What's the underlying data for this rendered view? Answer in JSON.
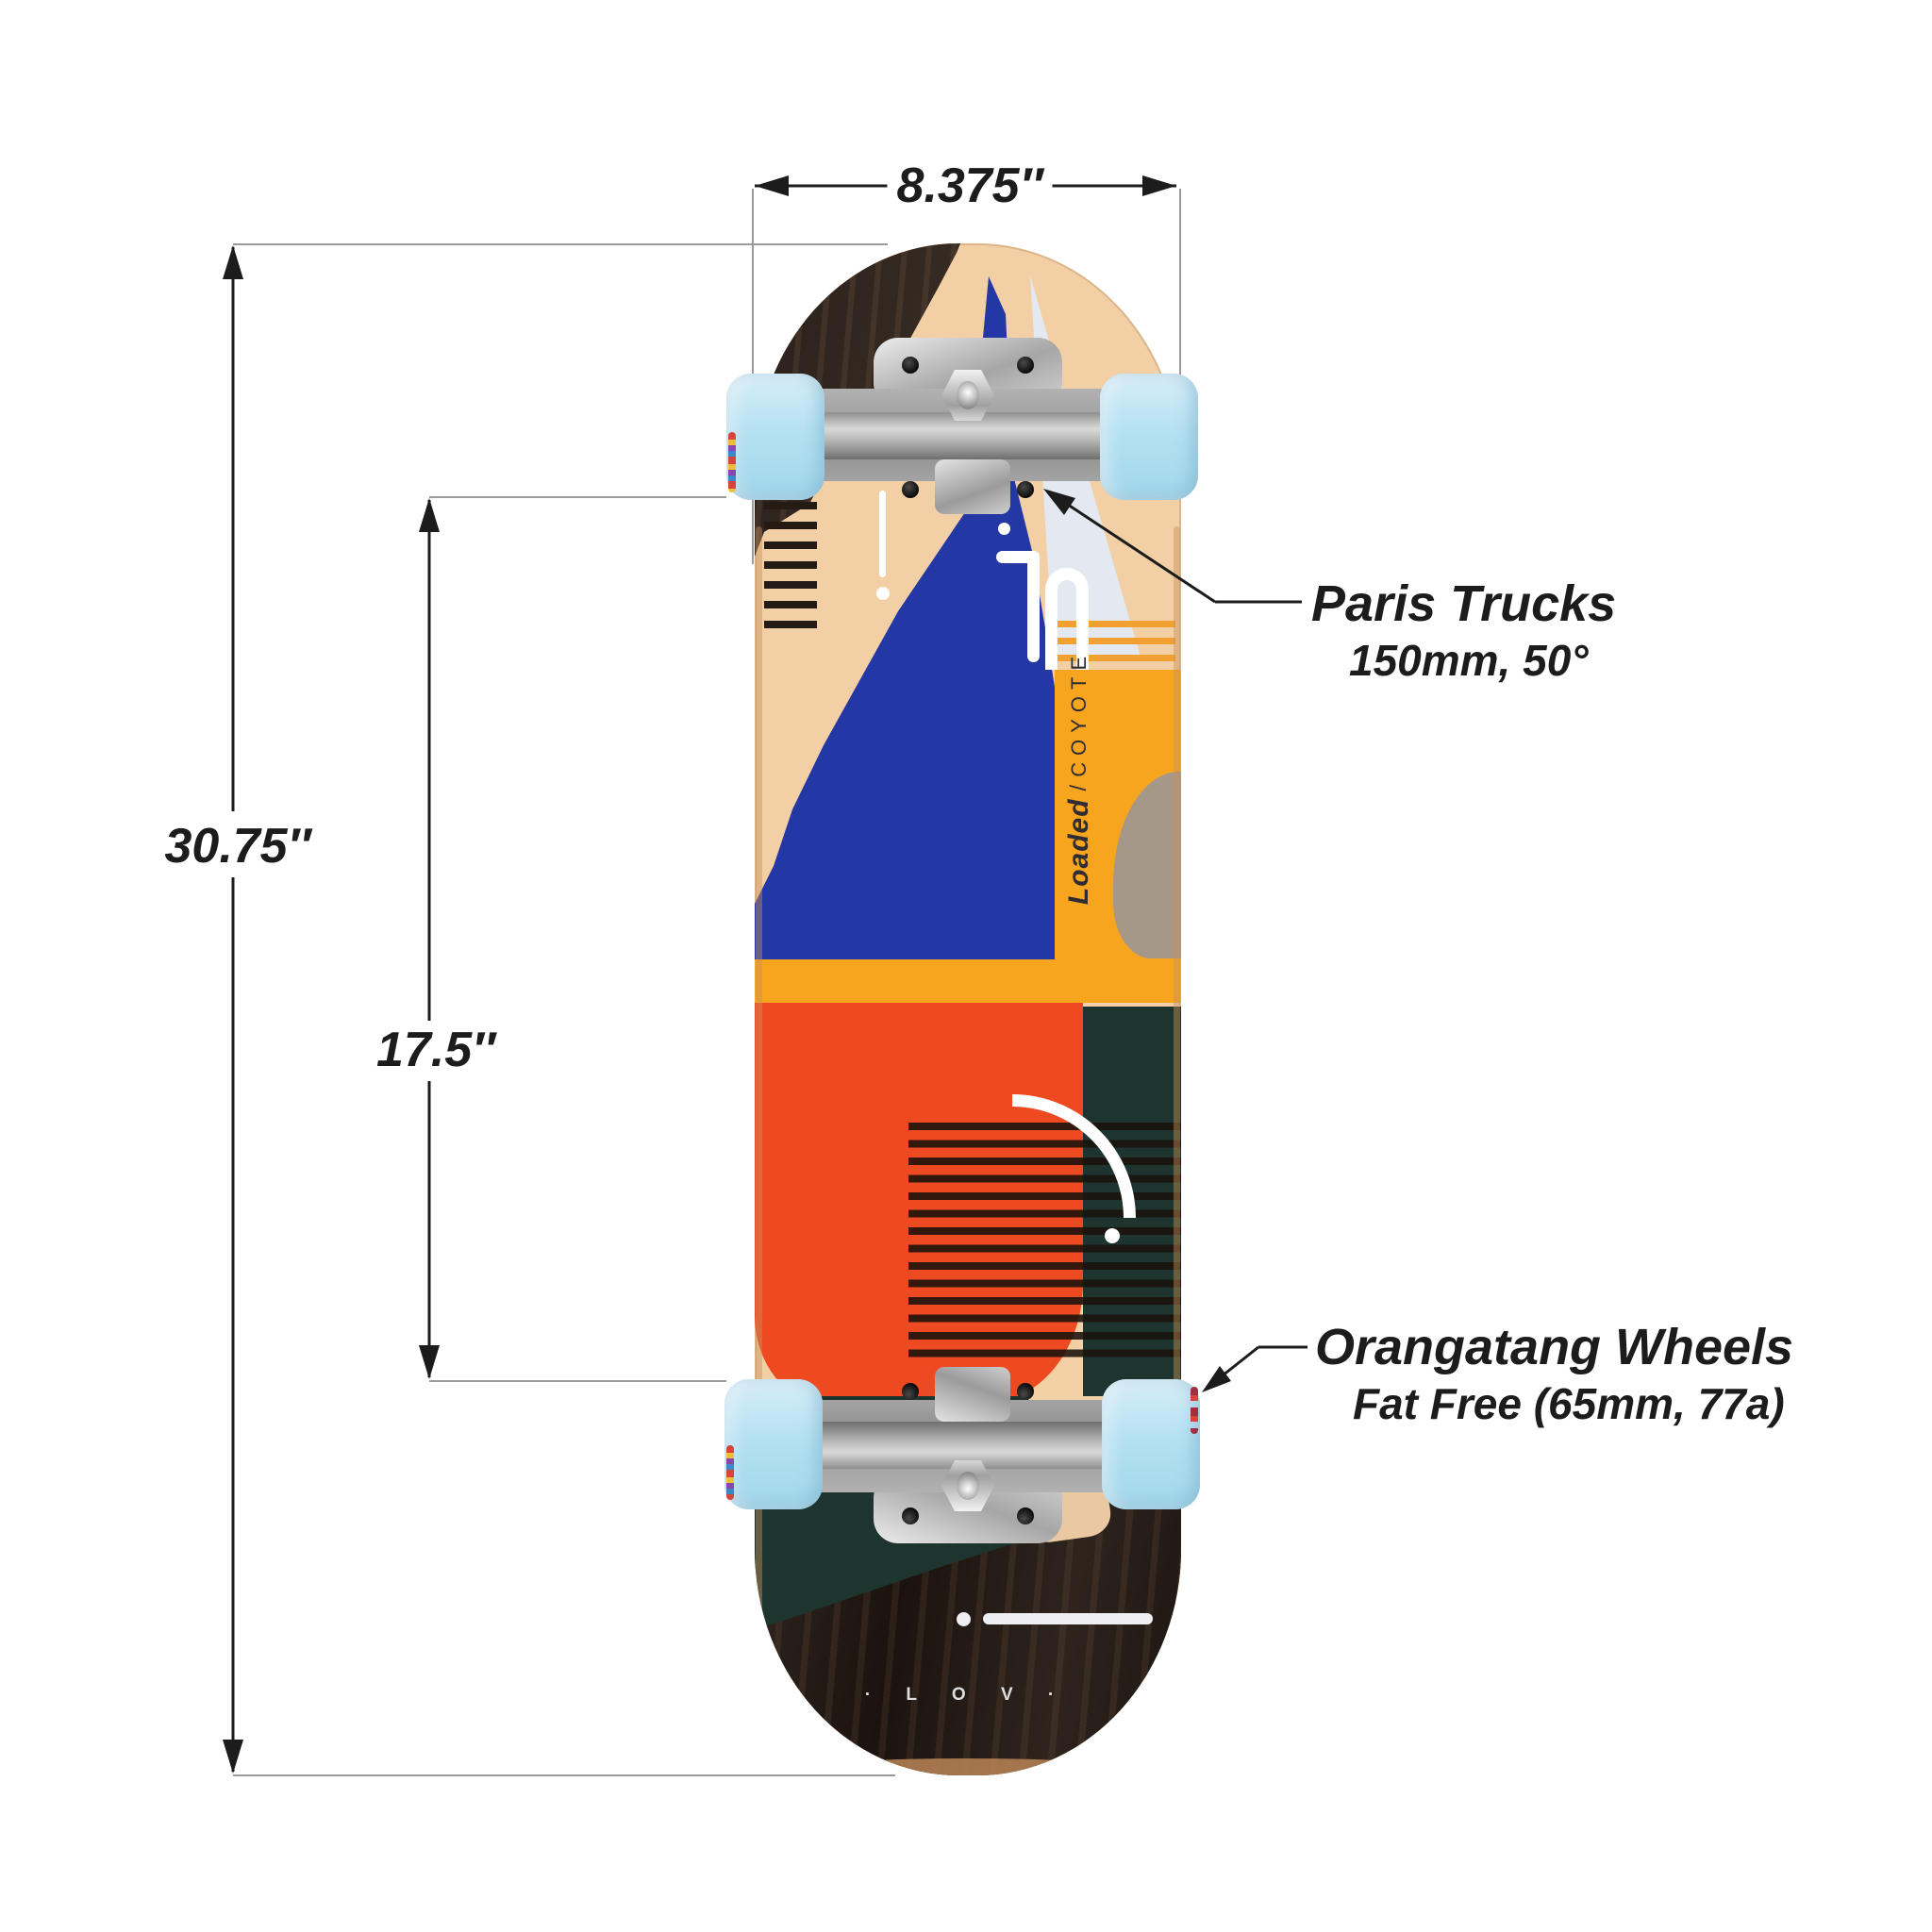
{
  "dimensions": {
    "width": {
      "label": "8.375″"
    },
    "length": {
      "label": "30.75″"
    },
    "wheelbase": {
      "label": "17.5″"
    }
  },
  "annotations": {
    "trucks": {
      "title": "Paris Trucks",
      "subtitle": "150mm, 50°"
    },
    "wheels": {
      "title": "Orangatang Wheels",
      "subtitle": "Fat Free (65mm, 77a)"
    }
  },
  "board": {
    "deck_logo": {
      "brand": "Loaded",
      "separator": "/",
      "model": "COYOTE"
    },
    "tail_text": "· L O V ·"
  },
  "colors": {
    "dim_line": "#1c1c1c",
    "ext_line": "#9b9b9b",
    "wheel": "#b5e1f2",
    "deck_cream": "#f2cfa5",
    "deck_blue": "#2338a5",
    "deck_gray": "#e4e8f0",
    "deck_yellow": "#f7a51f",
    "deck_orange": "#ee4a21",
    "deck_green": "#1d352e",
    "deck_taupe": "#a59889",
    "logo_text": "#2f2c33"
  }
}
